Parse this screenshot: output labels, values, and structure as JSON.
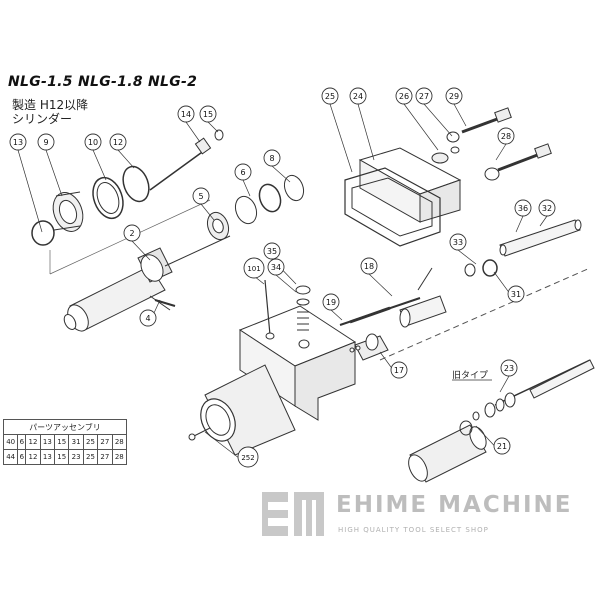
{
  "header": {
    "models": "NLG-1.5 NLG-1.8 NLG-2",
    "manufacture_note": "製造 H12以降",
    "part_name": "シリンダー"
  },
  "callouts": [
    {
      "id": "13",
      "label": "13"
    },
    {
      "id": "9",
      "label": "9"
    },
    {
      "id": "10",
      "label": "10"
    },
    {
      "id": "12",
      "label": "12"
    },
    {
      "id": "14",
      "label": "14"
    },
    {
      "id": "15",
      "label": "15"
    },
    {
      "id": "2",
      "label": "2"
    },
    {
      "id": "5",
      "label": "5"
    },
    {
      "id": "6",
      "label": "6"
    },
    {
      "id": "8",
      "label": "8"
    },
    {
      "id": "4",
      "label": "4"
    },
    {
      "id": "25",
      "label": "25"
    },
    {
      "id": "24",
      "label": "24"
    },
    {
      "id": "26",
      "label": "26"
    },
    {
      "id": "27",
      "label": "27"
    },
    {
      "id": "29",
      "label": "29"
    },
    {
      "id": "28",
      "label": "28"
    },
    {
      "id": "36",
      "label": "36"
    },
    {
      "id": "32",
      "label": "32"
    },
    {
      "id": "33",
      "label": "33"
    },
    {
      "id": "31",
      "label": "31"
    },
    {
      "id": "35",
      "label": "35"
    },
    {
      "id": "34",
      "label": "34"
    },
    {
      "id": "101",
      "label": "101"
    },
    {
      "id": "18",
      "label": "18"
    },
    {
      "id": "19",
      "label": "19"
    },
    {
      "id": "17",
      "label": "17"
    },
    {
      "id": "23",
      "label": "23"
    },
    {
      "id": "21",
      "label": "21"
    },
    {
      "id": "252",
      "label": "252"
    }
  ],
  "old_type_label": "旧タイプ",
  "parts_assembly": {
    "title": "パーツアッセンブリ",
    "rows": [
      {
        "code": "40",
        "parts": [
          "6",
          "12",
          "13",
          "15",
          "31",
          "25",
          "27",
          "28"
        ]
      },
      {
        "code": "44",
        "parts": [
          "6",
          "12",
          "13",
          "15",
          "23",
          "25",
          "27",
          "28"
        ]
      }
    ]
  },
  "brand": {
    "name": "EHIME MACHINE",
    "tagline": "HIGH QUALITY TOOL SELECT SHOP",
    "logo_icon": "em-logo-icon"
  }
}
